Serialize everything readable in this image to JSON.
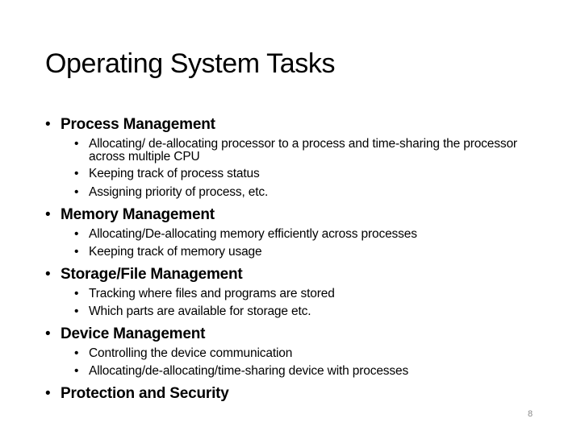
{
  "slide": {
    "title": "Operating System Tasks",
    "bullet_glyph": "•",
    "page_number": "8"
  },
  "sections": [
    {
      "heading": "Process Management",
      "items": [
        "Allocating/ de-allocating processor to a process and time-sharing the processor across multiple CPU",
        "Keeping track of process status",
        "Assigning priority of process, etc."
      ]
    },
    {
      "heading": "Memory Management",
      "items": [
        "Allocating/De-allocating memory efficiently across processes",
        "Keeping track of memory usage"
      ]
    },
    {
      "heading": "Storage/File Management",
      "items": [
        "Tracking where files and programs are stored",
        "Which parts are available for storage etc."
      ]
    },
    {
      "heading": "Device Management",
      "items": [
        "Controlling the device communication",
        "Allocating/de-allocating/time-sharing device with processes"
      ]
    },
    {
      "heading": "Protection and Security",
      "items": []
    }
  ]
}
